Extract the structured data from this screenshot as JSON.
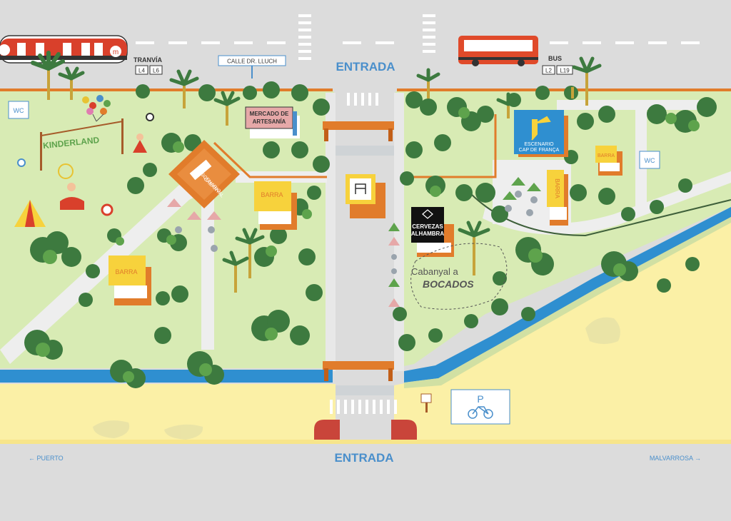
{
  "labels": {
    "entrance_top": "ENTRADA",
    "entrance_bottom": "ENTRADA",
    "tram": "TRANVÍA",
    "tram_lines": [
      "L4",
      "L6"
    ],
    "bus": "BUS",
    "bus_lines": [
      "L2",
      "L19"
    ],
    "street": "CALLE DR. LLUCH",
    "wc_left": "WC",
    "wc_right": "WC",
    "kinderland": "KINDERLAND",
    "mercado_line1": "MERCADO DE",
    "mercado_line2": "ARTESANÍA",
    "escenario_cab_line1": "ESCENARIO",
    "escenario_cab_line2": "CABANYAL",
    "barra": "BARRA",
    "cervezas_line1": "CERVEZAS",
    "cervezas_line2": "ALHAMBRA",
    "bocados_line1": "Cabanyal a",
    "bocados_line2": "BOCADOS",
    "escenario_cap_line1": "ESCENARIO",
    "escenario_cap_line2": "CAP DE FRANÇA",
    "parking_p": "P",
    "puerto": "← PUERTO",
    "malvarrosa": "MALVARROSA →",
    "tram_logo": "m"
  },
  "colors": {
    "road": "#dcdcdc",
    "grass": "#d8ebb4",
    "sand": "#fbf0a6",
    "water": "#2f8fd0",
    "orange": "#e17c2b",
    "blue_text": "#4a8fcb",
    "tree_dark": "#3d7a3f",
    "tree_mid": "#5ea34c",
    "path": "#eeeeee",
    "tram_red": "#d9402b",
    "bus_red": "#e04a2a",
    "barra_yellow": "#f7d23c"
  }
}
